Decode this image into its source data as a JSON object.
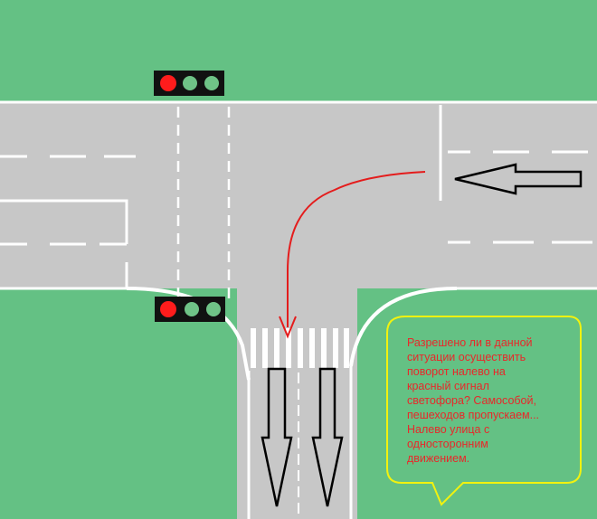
{
  "colors": {
    "grass": "#64c184",
    "road": "#c7c7c7",
    "marking": "#ffffff",
    "traffic_light_body": "#111111",
    "signal_red": "#ff1c1c",
    "signal_green_off": "#6fc387",
    "turn_path": "#e41c1c",
    "callout_border": "#f2f20f",
    "callout_text": "#e8282a"
  },
  "icons": {
    "traffic_light_top": "traffic-light-icon",
    "traffic_light_bottom": "traffic-light-icon",
    "arrow_incoming": "arrow-left-icon",
    "arrow_outgoing": "arrow-down-icon"
  },
  "traffic_lights": [
    {
      "id": "top",
      "active_signal": "red"
    },
    {
      "id": "bottom",
      "active_signal": "red"
    }
  ],
  "callout": {
    "lines": [
      "Разрешено ли в данной",
      "ситуации осуществить",
      "поворот налево на",
      "красный сигнал",
      "светофора? Самособой,",
      "пешеходов пропускаем...",
      "Налево улица с",
      "односторонним",
      "движением."
    ]
  }
}
